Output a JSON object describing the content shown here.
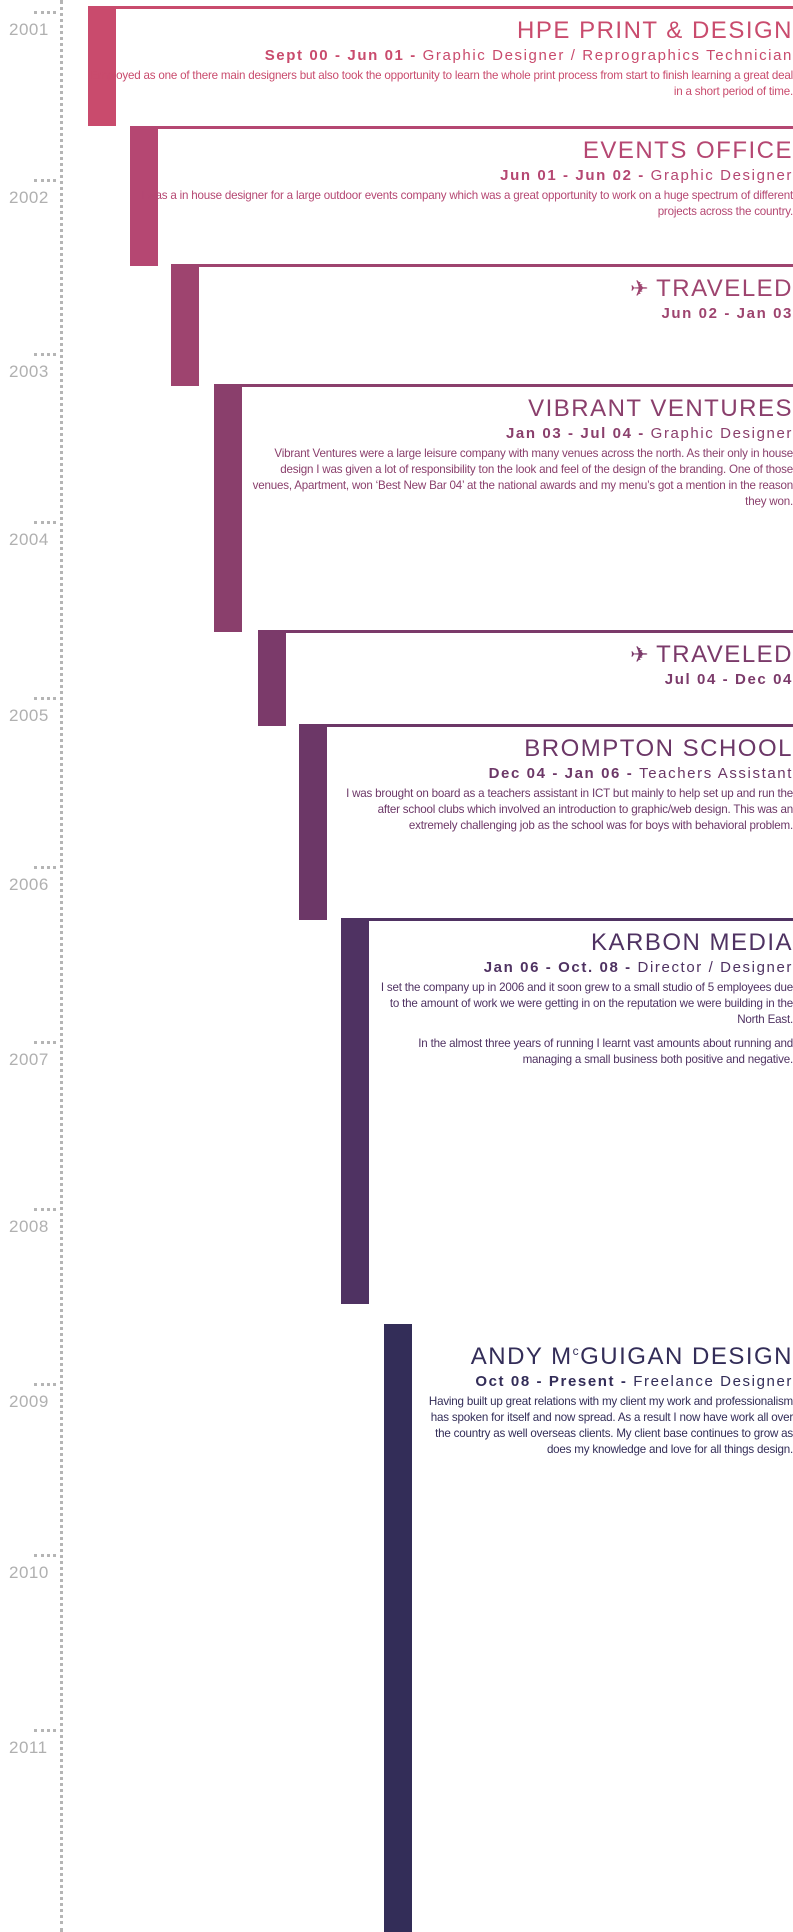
{
  "years": [
    "2001",
    "2002",
    "2003",
    "2004",
    "2005",
    "2006",
    "2007",
    "2008",
    "2009",
    "2010",
    "2011"
  ],
  "entries": [
    {
      "title": "HPE PRINT & DESIGN",
      "dates": "Sept 00 - Jun 01 -",
      "role": "Graphic Designer / Reprographics Technician",
      "desc": [
        "Employed as one of there main designers but also took the opportunity to learn the whole print process from start to finish learning a great deal in a short period of time."
      ],
      "color": "#c94b6d"
    },
    {
      "title": "EVENTS OFFICE",
      "dates": "Jun 01 - Jun 02 -",
      "role": "Graphic Designer",
      "desc": [
        "I was a in house designer for a large outdoor events company which was a great opportunity to work on a huge spectrum of different projects across the country."
      ],
      "color": "#b54772"
    },
    {
      "title": "TRAVELED",
      "icon": "airplane-icon",
      "dates": "Jun 02 - Jan 03",
      "color": "#9e446f"
    },
    {
      "title": "VIBRANT VENTURES",
      "dates": "Jan 03 - Jul 04 -",
      "role": "Graphic Designer",
      "desc": [
        "Vibrant Ventures were a large leisure company with many venues across the north. As their only in house design I was given a lot of responsibility ton the look and feel of the design of the branding. One of those venues, Apartment, won ‘Best New Bar 04’ at the national awards and my menu’s got a mention in the reason they won."
      ],
      "color": "#8a3f6c"
    },
    {
      "title": "TRAVELED",
      "icon": "airplane-icon",
      "dates": "Jul 04 - Dec 04",
      "color": "#7b3a6a"
    },
    {
      "title": "BROMPTON SCHOOL",
      "dates": "Dec 04 - Jan 06 -",
      "role": "Teachers Assistant",
      "desc": [
        "I was brought on board as a teachers assistant in ICT but mainly to help set up and run the after school clubs which involved an introduction to graphic/web design. This was an extremely challenging job as the school was for boys with behavioral problem."
      ],
      "color": "#6c3767"
    },
    {
      "title": "KARBON MEDIA",
      "dates": "Jan 06 - Oct. 08 -",
      "role": "Director / Designer",
      "desc": [
        "I set the company up in 2006 and it soon grew to a small studio of 5 employees due to the amount of work we were getting in on the reputation we were building in the North East.",
        "In the almost three years of running I learnt vast amounts about running and managing a small business both positive and negative."
      ],
      "color": "#4f3262"
    },
    {
      "title_pre": "ANDY M",
      "title_sup": "c",
      "title_post": "GUIGAN DESIGN",
      "dates": "Oct 08 - Present -",
      "role": "Freelance Designer",
      "desc": [
        "Having built up great relations with my client my work and professionalism has spoken for itself and now spread. As a result I now have work all over the country as well overseas clients. My client base continues to grow as does my knowledge and love for all things design."
      ],
      "color": "#332d58"
    }
  ]
}
